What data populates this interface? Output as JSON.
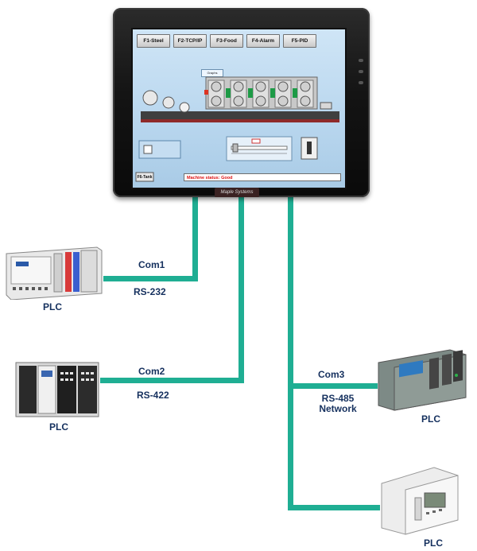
{
  "hmi": {
    "function_keys": [
      "F1-Steel",
      "F2-TCP/IP",
      "F3-Food",
      "F4-Alarm",
      "F5-PID"
    ],
    "screen_tag": "Graphs",
    "bottom_key": "F6-Tank",
    "status_message": "Machine status: Good",
    "brand": "Maple Systems"
  },
  "connections": [
    {
      "port": "Com1",
      "protocol": "RS-232",
      "device": "PLC"
    },
    {
      "port": "Com2",
      "protocol": "RS-422",
      "device": "PLC"
    },
    {
      "port": "Com3",
      "protocol": "RS-485",
      "protocol_line2": "Network",
      "device": "PLC"
    }
  ],
  "devices": {
    "plc4_label": "PLC"
  },
  "colors": {
    "wire": "#1fae93",
    "label": "#15305e",
    "screen_bg": "#b8d6ee",
    "bezel": "#141414",
    "status_text": "#dd1111"
  }
}
